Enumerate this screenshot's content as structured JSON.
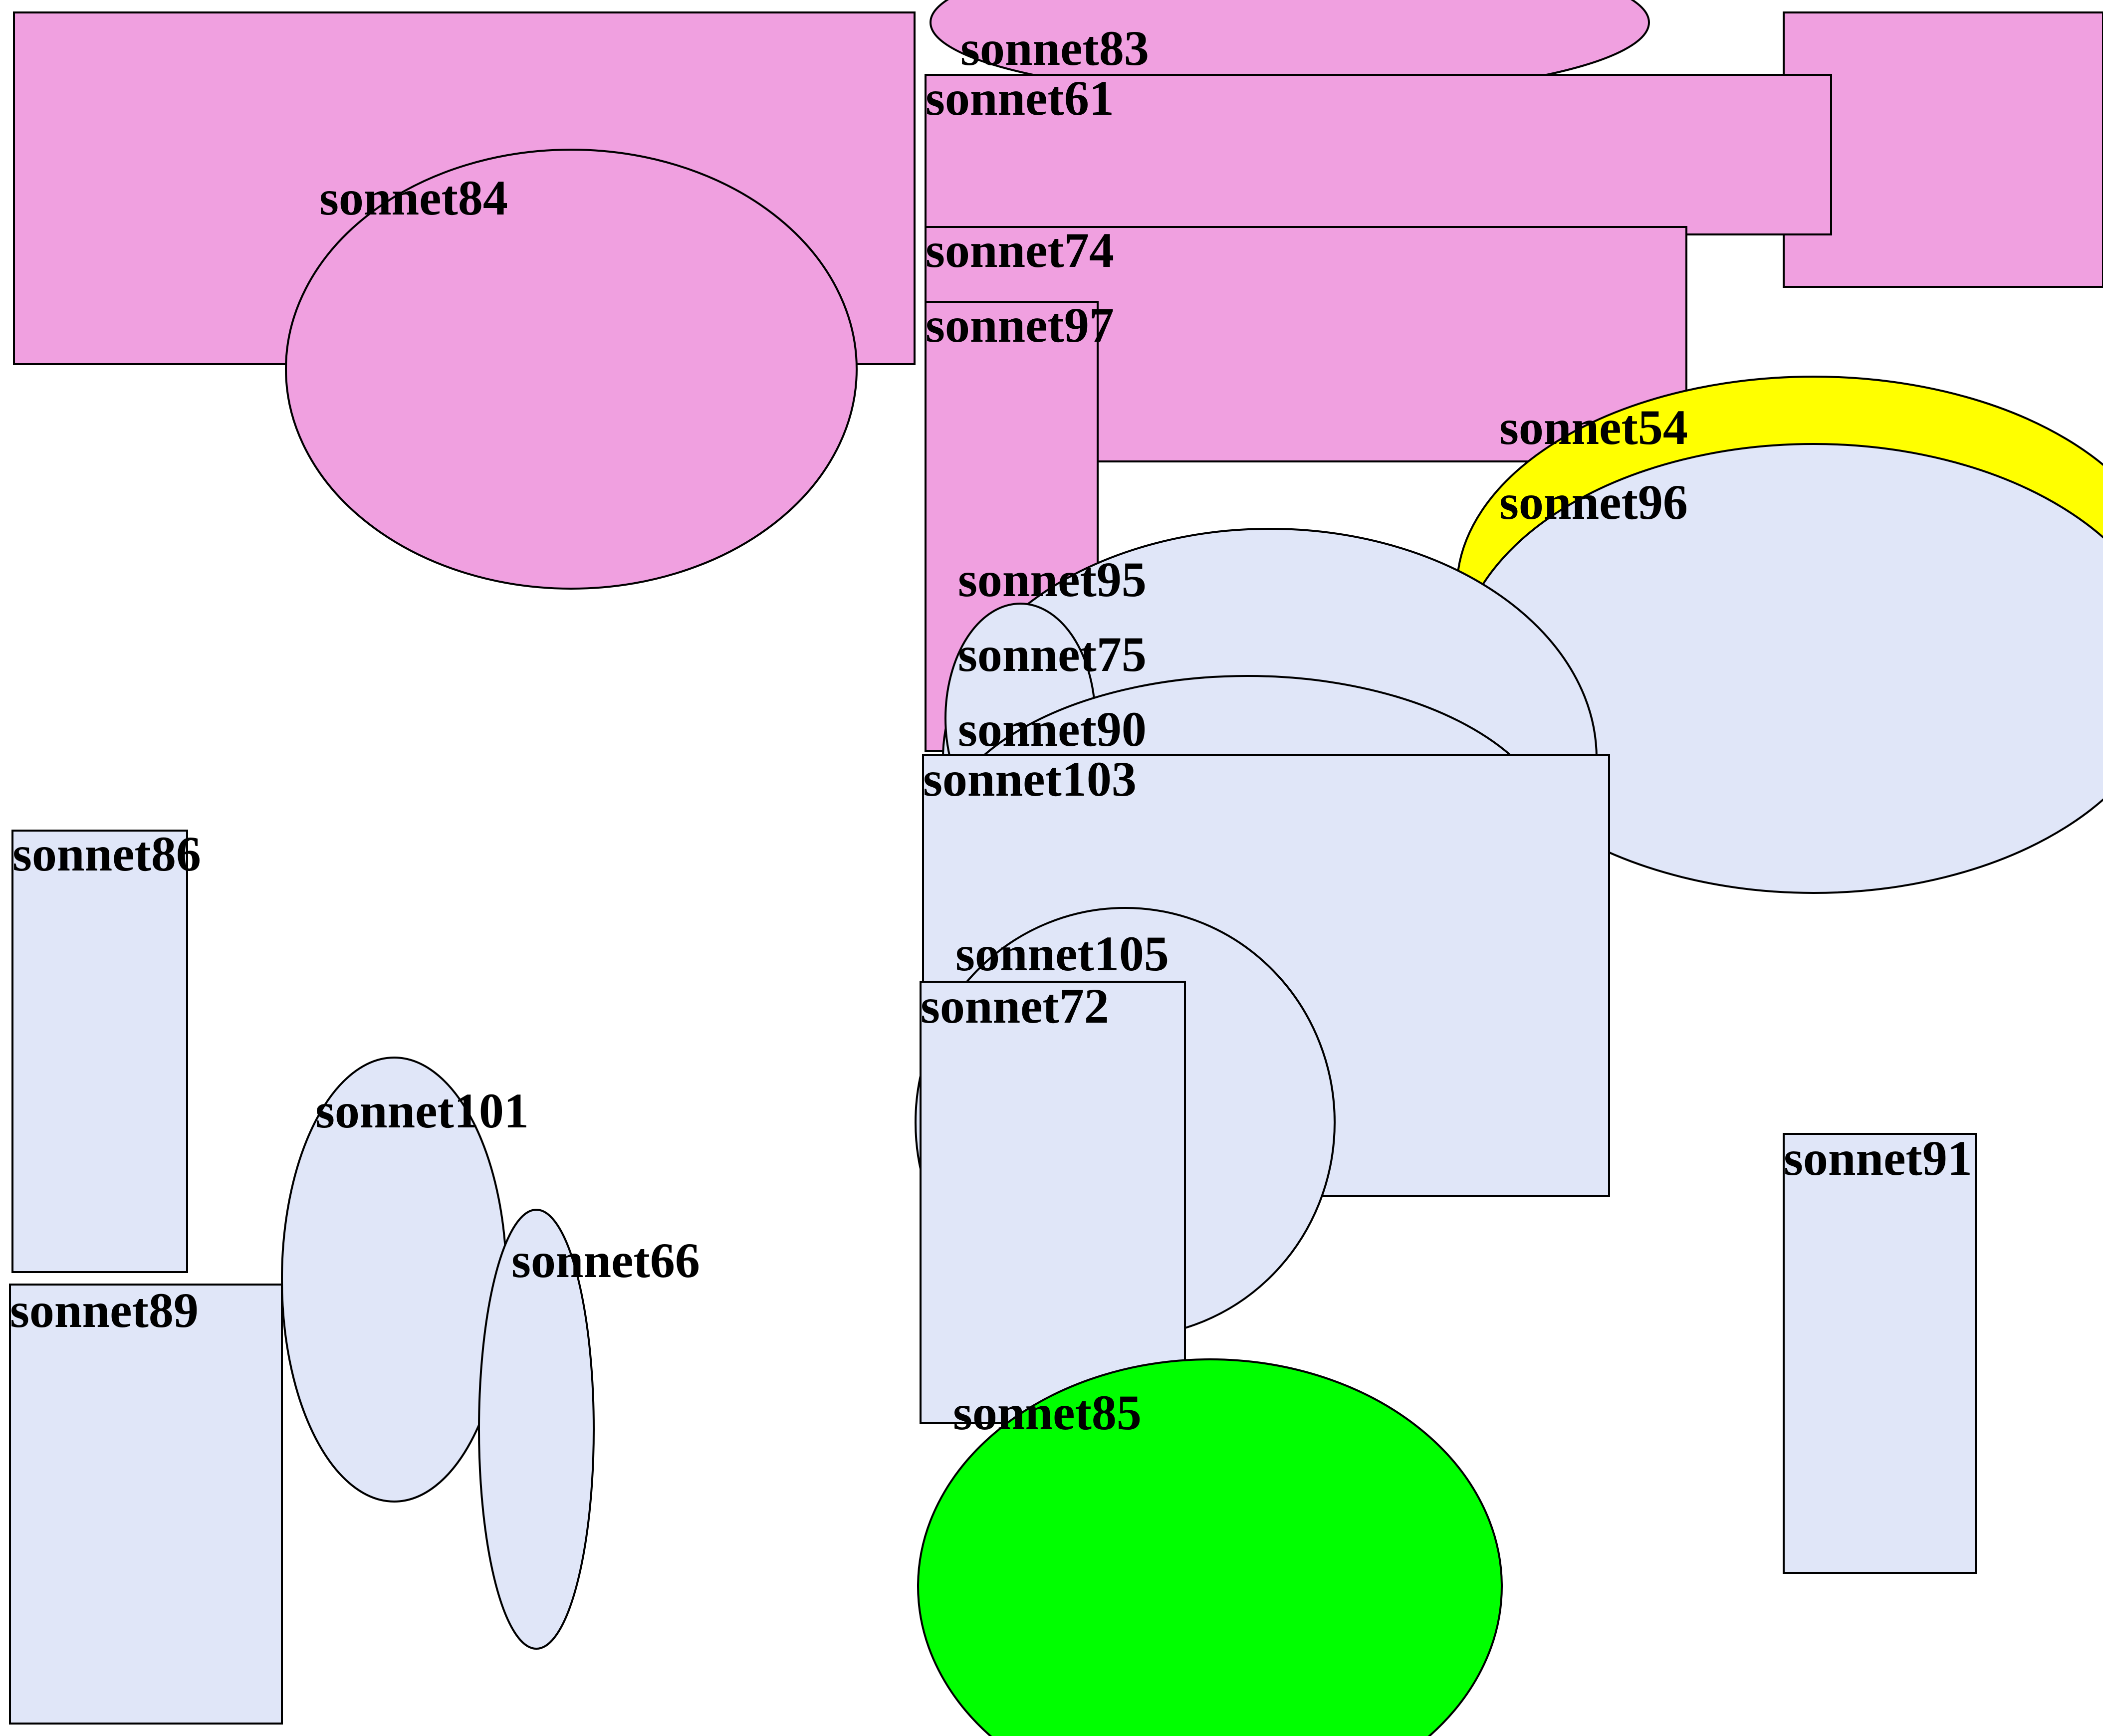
{
  "palette": {
    "pink": "#f0a0e0",
    "lavender": "#e0e6f8",
    "yellow": "#ffff00",
    "green": "#00ff00",
    "outline": "#000000",
    "background": "#ffffff"
  },
  "shapes": [
    {
      "id": "rect-top-right-bg",
      "kind": "rect",
      "fill": "pink",
      "label": ""
    },
    {
      "id": "sonnet83",
      "kind": "ellipse",
      "fill": "pink",
      "label": "sonnet83"
    },
    {
      "id": "sonnet84-rect",
      "kind": "rect",
      "fill": "pink",
      "label": ""
    },
    {
      "id": "sonnet84",
      "kind": "ellipse",
      "fill": "pink",
      "label": "sonnet84"
    },
    {
      "id": "sonnet61",
      "kind": "rect",
      "fill": "pink",
      "label": "sonnet61"
    },
    {
      "id": "sonnet74",
      "kind": "rect",
      "fill": "pink",
      "label": "sonnet74"
    },
    {
      "id": "sonnet97",
      "kind": "rect",
      "fill": "pink",
      "label": "sonnet97"
    },
    {
      "id": "sonnet54",
      "kind": "ellipse",
      "fill": "yellow",
      "label": "sonnet54"
    },
    {
      "id": "sonnet96",
      "kind": "ellipse",
      "fill": "lavender",
      "label": "sonnet96"
    },
    {
      "id": "sonnet95",
      "kind": "ellipse",
      "fill": "lavender",
      "label": "sonnet95"
    },
    {
      "id": "sonnet75",
      "kind": "ellipse",
      "fill": "lavender",
      "label": "sonnet75"
    },
    {
      "id": "sonnet90",
      "kind": "ellipse",
      "fill": "lavender",
      "label": "sonnet90"
    },
    {
      "id": "sonnet103",
      "kind": "rect",
      "fill": "lavender",
      "label": "sonnet103"
    },
    {
      "id": "sonnet105",
      "kind": "ellipse",
      "fill": "lavender",
      "label": "sonnet105"
    },
    {
      "id": "sonnet72",
      "kind": "rect",
      "fill": "lavender",
      "label": "sonnet72"
    },
    {
      "id": "sonnet85",
      "kind": "ellipse",
      "fill": "green",
      "label": "sonnet85"
    },
    {
      "id": "sonnet91",
      "kind": "rect",
      "fill": "lavender",
      "label": "sonnet91"
    },
    {
      "id": "sonnet86",
      "kind": "rect",
      "fill": "lavender",
      "label": "sonnet86"
    },
    {
      "id": "sonnet89",
      "kind": "rect",
      "fill": "lavender",
      "label": "sonnet89"
    },
    {
      "id": "sonnet101",
      "kind": "ellipse",
      "fill": "lavender",
      "label": "sonnet101"
    },
    {
      "id": "sonnet66",
      "kind": "ellipse",
      "fill": "lavender",
      "label": "sonnet66"
    }
  ]
}
